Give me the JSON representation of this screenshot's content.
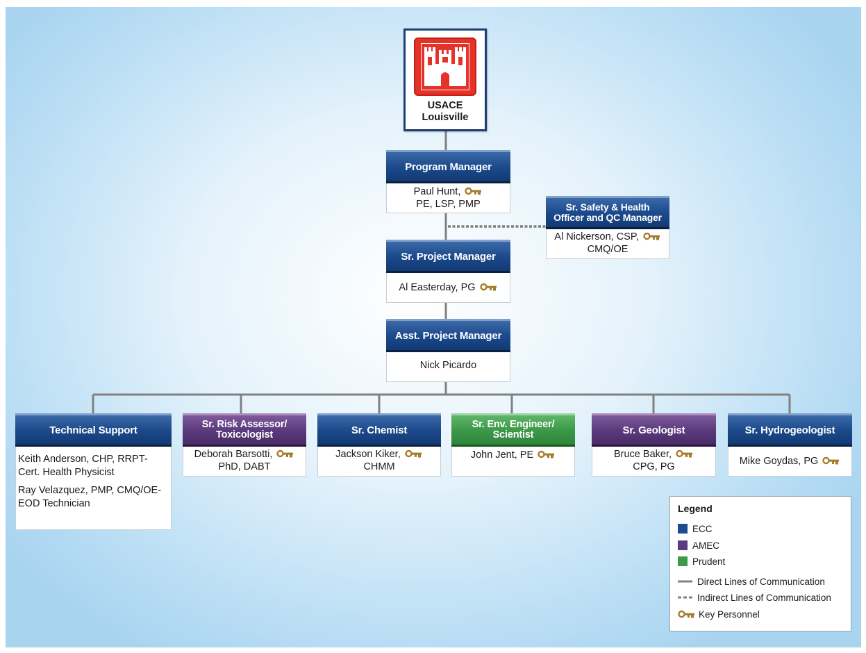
{
  "root": {
    "name_line1": "USACE",
    "name_line2": "Louisville"
  },
  "colors": {
    "ecc": "#1f4b8e",
    "amec": "#5c3b7e",
    "prudent": "#3d9a48",
    "line": "#808080",
    "key": "#a67c2a"
  },
  "program_manager": {
    "title": "Program Manager",
    "name": "Paul Hunt,",
    "creds": "PE, LSP, PMP",
    "key_personnel": true
  },
  "safety_officer": {
    "title_line1": "Sr. Safety & Health",
    "title_line2": "Officer and QC Manager",
    "name": "Al Nickerson, CSP,",
    "creds": "CMQ/OE",
    "key_personnel": true
  },
  "sr_project_manager": {
    "title": "Sr. Project Manager",
    "name": "Al Easterday, PG",
    "key_personnel": true
  },
  "asst_project_manager": {
    "title": "Asst. Project Manager",
    "name": "Nick Picardo"
  },
  "staff": {
    "technical_support": {
      "title": "Technical Support",
      "line1": "Keith Anderson, CHP, RRPT-",
      "line2": "Cert. Health Physicist",
      "line3": "Ray Velazquez, PMP, CMQ/OE-",
      "line4": "EOD Technician"
    },
    "risk_assessor": {
      "title_line1": "Sr. Risk Assessor/",
      "title_line2": "Toxicologist",
      "name": "Deborah Barsotti,",
      "creds": "PhD, DABT",
      "key_personnel": true
    },
    "chemist": {
      "title": "Sr. Chemist",
      "name": "Jackson Kiker,",
      "creds": "CHMM",
      "key_personnel": true
    },
    "env_engineer": {
      "title_line1": "Sr. Env. Engineer/",
      "title_line2": "Scientist",
      "name": "John Jent, PE",
      "key_personnel": true
    },
    "geologist": {
      "title": "Sr. Geologist",
      "name": "Bruce Baker,",
      "creds": "CPG, PG",
      "key_personnel": true
    },
    "hydrogeologist": {
      "title": "Sr. Hydrogeologist",
      "name": "Mike Goydas, PG",
      "key_personnel": true
    }
  },
  "legend": {
    "title": "Legend",
    "ecc": "ECC",
    "amec": "AMEC",
    "prudent": "Prudent",
    "direct": "Direct Lines of Communication",
    "indirect": "Indirect Lines of Communication",
    "key": "Key Personnel"
  }
}
